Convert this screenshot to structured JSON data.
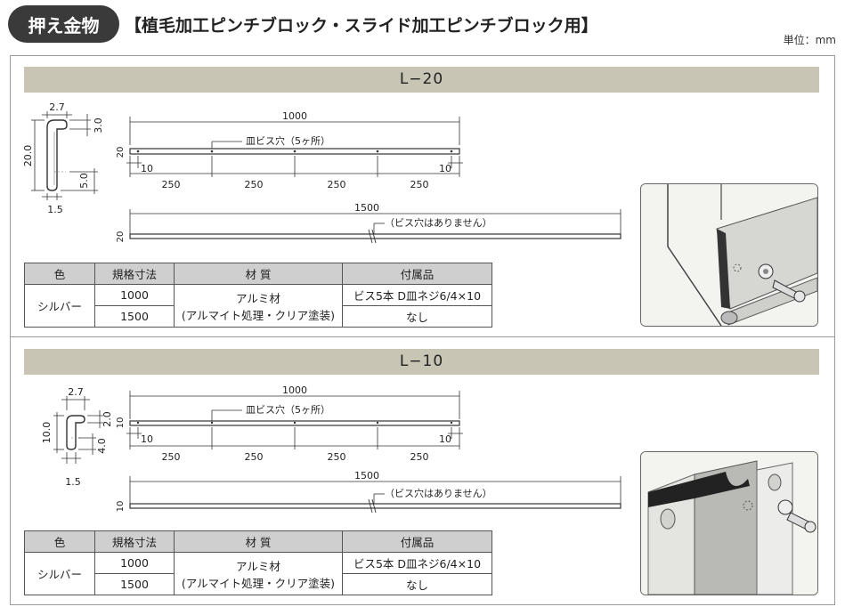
{
  "header": {
    "badge": "押え金物",
    "title": "【植毛加工ピンチブロック・スライド加工ピンチブロック用】",
    "unit": "単位：mm"
  },
  "sections": [
    {
      "model": "L−20",
      "profile": {
        "width_top": "2.7",
        "lip": "3.0",
        "height": "20.0",
        "hole_pos": "5.0",
        "thickness": "1.5"
      },
      "drilled": {
        "length": "1000",
        "hole_label": "皿ビス穴（5ヶ所）",
        "height": "20",
        "end_left": "10",
        "end_right": "10",
        "pitch": [
          "250",
          "250",
          "250",
          "250"
        ]
      },
      "plain": {
        "length": "1500",
        "note": "（ビス穴はありません）",
        "height": "20"
      },
      "table": {
        "headers": [
          "色",
          "規格寸法",
          "材 質",
          "付属品"
        ],
        "color": "シルバー",
        "sizes": [
          "1000",
          "1500"
        ],
        "material_1": "アルミ材",
        "material_2": "(アルマイト処理・クリア塗装)",
        "accessories": [
          "ビス5本 D皿ネジ6/4×10",
          "なし"
        ]
      }
    },
    {
      "model": "L−10",
      "profile": {
        "width_top": "2.7",
        "lip": "2.0",
        "height": "10.0",
        "hole_pos": "4.0",
        "thickness": "1.5"
      },
      "drilled": {
        "length": "1000",
        "hole_label": "皿ビス穴（5ヶ所）",
        "height": "10",
        "end_left": "10",
        "end_right": "10",
        "pitch": [
          "250",
          "250",
          "250",
          "250"
        ]
      },
      "plain": {
        "length": "1500",
        "note": "（ビス穴はありません）",
        "height": "10"
      },
      "table": {
        "headers": [
          "色",
          "規格寸法",
          "材 質",
          "付属品"
        ],
        "color": "シルバー",
        "sizes": [
          "1000",
          "1500"
        ],
        "material_1": "アルミ材",
        "material_2": "(アルマイト処理・クリア塗装)",
        "accessories": [
          "ビス5本 D皿ネジ6/4×10",
          "なし"
        ]
      }
    }
  ]
}
